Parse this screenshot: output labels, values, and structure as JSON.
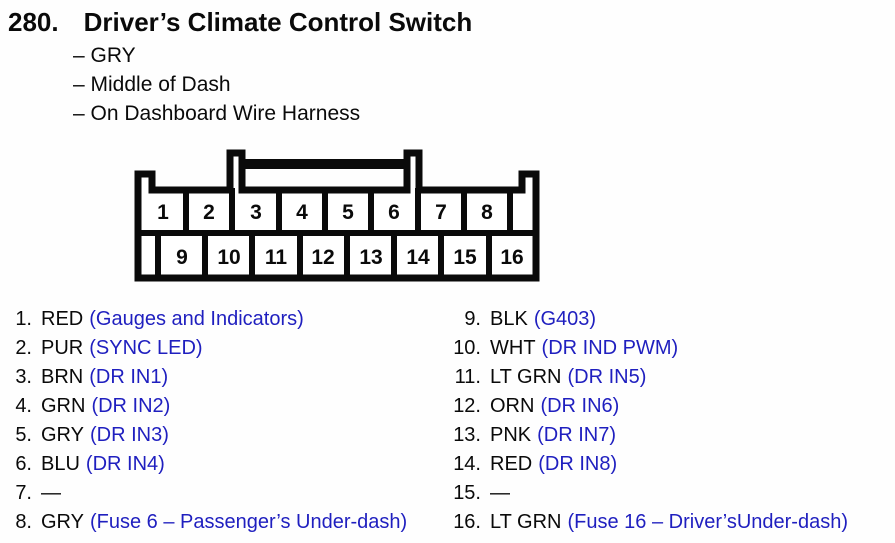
{
  "title": {
    "number": "280.",
    "text": "Driver’s Climate Control Switch"
  },
  "details": [
    "– GRY",
    "– Middle of Dash",
    "– On Dashboard Wire Harness"
  ],
  "connector": {
    "top_row_pins": [
      "1",
      "2",
      "3",
      "4",
      "5",
      "6",
      "7",
      "8"
    ],
    "bottom_row_pins": [
      "9",
      "10",
      "11",
      "12",
      "13",
      "14",
      "15",
      "16"
    ]
  },
  "pin_list": {
    "left": [
      {
        "num": "1.",
        "color": "RED",
        "signal": "(Gauges and Indicators)"
      },
      {
        "num": "2.",
        "color": "PUR",
        "signal": "(SYNC LED)"
      },
      {
        "num": "3.",
        "color": "BRN",
        "signal": "(DR IN1)"
      },
      {
        "num": "4.",
        "color": "GRN",
        "signal": "(DR IN2)"
      },
      {
        "num": "5.",
        "color": "GRY",
        "signal": "(DR IN3)"
      },
      {
        "num": "6.",
        "color": "BLU",
        "signal": "(DR IN4)"
      },
      {
        "num": "7.",
        "color": "—",
        "signal": ""
      },
      {
        "num": "8.",
        "color": "GRY",
        "signal": "(Fuse 6 – Passenger’s Under-dash)"
      }
    ],
    "right": [
      {
        "num": "9.",
        "color": "BLK",
        "signal": "(G403)"
      },
      {
        "num": "10.",
        "color": "WHT",
        "signal": "(DR IND PWM)"
      },
      {
        "num": "11.",
        "color": "LT GRN",
        "signal": "(DR IN5)"
      },
      {
        "num": "12.",
        "color": "ORN",
        "signal": "(DR IN6)"
      },
      {
        "num": "13.",
        "color": "PNK",
        "signal": "(DR IN7)"
      },
      {
        "num": "14.",
        "color": "RED",
        "signal": "(DR IN8)"
      },
      {
        "num": "15.",
        "color": "—",
        "signal": ""
      },
      {
        "num": "16.",
        "color": "LT GRN",
        "signal": "(Fuse 16 – Driver’sUnder-dash)"
      }
    ]
  },
  "colors": {
    "signal_blue": "#1f1fbf",
    "ink_black": "#0a0a0a"
  }
}
